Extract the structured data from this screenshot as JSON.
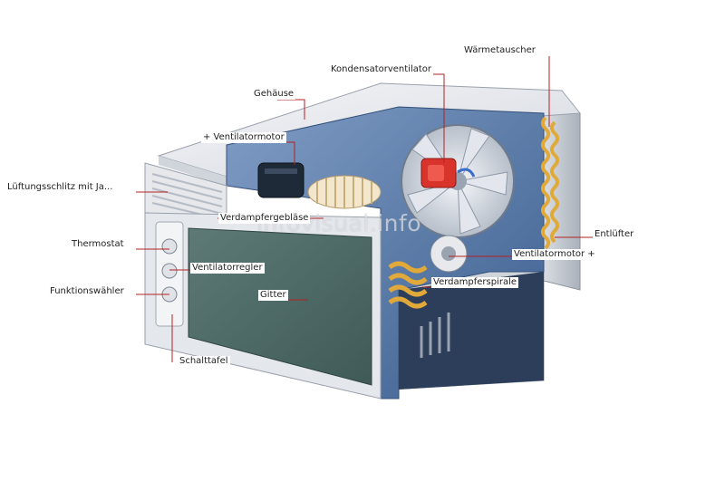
{
  "diagram": {
    "labels": {
      "waermetauscher": "Wärmetauscher",
      "kondensatorventilator": "Kondensatorventilator",
      "gehaeuse": "Gehäuse",
      "ventilatormotor_top": "+ Ventilatormotor",
      "lueftungsschlitz": "Lüftungsschlitz mit Ja...",
      "verdampfergeblaese": "Verdampfergebläse",
      "entluefter": "Entlüfter",
      "thermostat": "Thermostat",
      "ventilatormotor_right": "Ventilatormotor +",
      "ventilatorregler": "Ventilatorregler",
      "verdampferspirale": "Verdampferspirale",
      "funktionswaehler": "Funktionswähler",
      "gitter": "Gitter",
      "schalttafel": "Schalttafel"
    },
    "watermark": "infovisual.info",
    "colors": {
      "leader_line": "#b22222",
      "casing_light": "#e9ebef",
      "casing_mid": "#c9cdd6",
      "interior_blue": "#4a6fa3",
      "grille_green": "#4f6d68",
      "coil_gold": "#e0a93a",
      "condenser_red": "#d8342c"
    }
  }
}
